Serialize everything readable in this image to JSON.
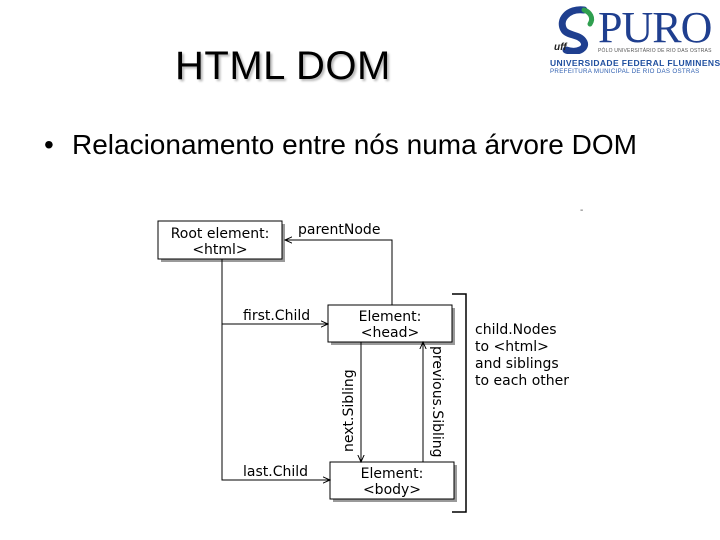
{
  "slide": {
    "title": "HTML DOM",
    "bullet_symbol": "•",
    "bullet_text": "Relacionamento entre nós numa árvore DOM"
  },
  "logo": {
    "name": "PURO",
    "subtitle": "PÓLO UNIVERSITÁRIO DE RIO DAS OSTRAS",
    "university": "UNIVERSIDADE FEDERAL FLUMINENSE",
    "prefecture": "PREFEITURA MUNICIPAL DE RIO DAS OSTRAS",
    "uff": "uff"
  },
  "diagram": {
    "root_line1": "Root element:",
    "root_line2": "<html>",
    "head_line1": "Element:",
    "head_line2": "<head>",
    "body_line1": "Element:",
    "body_line2": "<body>",
    "parent_node": "parentNode",
    "first_child": "first.Child",
    "last_child": "last.Child",
    "next_sibling": "next.Sibling",
    "previous_sibling": "previous.Sibling",
    "child_nodes_1": "child.Nodes",
    "child_nodes_2": "to <html>",
    "child_nodes_3": "and siblings",
    "child_nodes_4": "to each other"
  },
  "colors": {
    "logo_blue": "#1f3f8f",
    "box_shadow": "#9a9a9a"
  },
  "stray_mark": "-"
}
